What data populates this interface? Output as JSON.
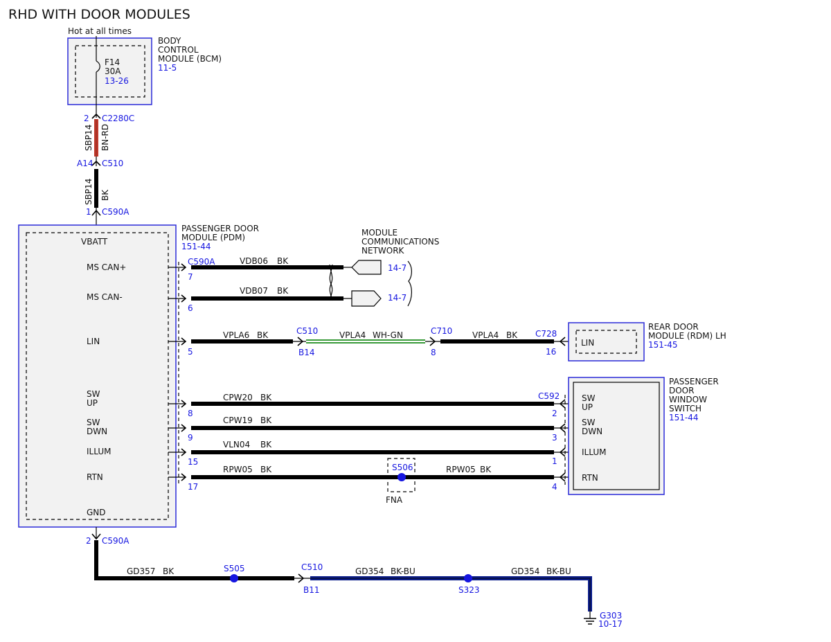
{
  "title": "RHD WITH DOOR MODULES",
  "power": {
    "hot_label": "Hot at all times",
    "fuse_name": "F14",
    "fuse_rating": "30A",
    "fuse_ref": "13-26",
    "bcm_lines": [
      "BODY",
      "CONTROL",
      "MODULE (BCM)"
    ],
    "bcm_ref": "11-5",
    "pin_top": "2",
    "conn_top": "C2280C",
    "wire1_circuit": "SBP14",
    "wire1_color": "BN-RD",
    "pin_mid": "A14",
    "conn_mid": "C510",
    "wire2_circuit": "SBP14",
    "wire2_color": "BK",
    "pin_bot": "1",
    "conn_bot": "C590A"
  },
  "pdm": {
    "name_lines": [
      "PASSENGER DOOR",
      "MODULE (PDM)"
    ],
    "ref": "151-44",
    "connector": "C590A",
    "labels": {
      "vbatt": "VBATT",
      "mscanp": "MS CAN+",
      "mscann": "MS CAN-",
      "lin": "LIN",
      "swup_1": "SW",
      "swup_2": "UP",
      "swdwn_1": "SW",
      "swdwn_2": "DWN",
      "illum": "ILLUM",
      "rtn": "RTN",
      "gnd": "GND"
    },
    "pins": {
      "mscanp": "7",
      "mscann": "6",
      "lin": "5",
      "swup": "8",
      "swdwn": "9",
      "illum": "15",
      "rtn": "17",
      "gnd": "2"
    },
    "gnd_connector": "C590A"
  },
  "network": {
    "name_lines": [
      "MODULE",
      "COMMUNICATIONS",
      "NETWORK"
    ],
    "ref_1": "14-7",
    "ref_2": "14-7"
  },
  "wires": {
    "vdb06": {
      "circuit": "VDB06",
      "color": "BK"
    },
    "vdb07": {
      "circuit": "VDB07",
      "color": "BK"
    },
    "vpla6": {
      "circuit": "VPLA6",
      "color": "BK"
    },
    "vpla4_a": {
      "circuit": "VPLA4",
      "color": "WH-GN"
    },
    "vpla4_b": {
      "circuit": "VPLA4",
      "color": "BK"
    },
    "cpw20": {
      "circuit": "CPW20",
      "color": "BK"
    },
    "cpw19": {
      "circuit": "CPW19",
      "color": "BK"
    },
    "vln04": {
      "circuit": "VLN04",
      "color": "BK"
    },
    "rpw05_a": {
      "circuit": "RPW05",
      "color": "BK"
    },
    "rpw05_b": {
      "circuit": "RPW05",
      "color": "BK"
    },
    "gd357": {
      "circuit": "GD357",
      "color": "BK"
    },
    "gd354_a": {
      "circuit": "GD354",
      "color": "BK-BU"
    },
    "gd354_b": {
      "circuit": "GD354",
      "color": "BK-BU"
    }
  },
  "lin_path": {
    "c510": "C510",
    "c510_pin": "B14",
    "c710": "C710",
    "c710_pin": "8",
    "c728": "C728",
    "c728_pin": "16"
  },
  "rdm": {
    "name_lines": [
      "REAR DOOR",
      "MODULE (RDM) LH"
    ],
    "ref": "151-45",
    "lin_label": "LIN"
  },
  "switch": {
    "name_lines": [
      "PASSENGER",
      "DOOR",
      "WINDOW",
      "SWITCH"
    ],
    "ref": "151-44",
    "connector": "C592",
    "pins": {
      "swup": "2",
      "swdwn": "3",
      "illum": "1",
      "rtn": "4"
    },
    "labels": {
      "swup_1": "SW",
      "swup_2": "UP",
      "swdwn_1": "SW",
      "swdwn_2": "DWN",
      "illum": "ILLUM",
      "rtn": "RTN"
    }
  },
  "splices": {
    "s506": "S506",
    "fna": "FNA",
    "s505": "S505",
    "s323": "S323"
  },
  "ground": {
    "c510": "C510",
    "c510_pin": "B11",
    "g303": "G303",
    "g303_ref": "10-17"
  },
  "colors": {
    "ref_blue": "#1515e0",
    "module_border": "#2a2ad8",
    "brown_red": "#c0392b",
    "white_green": "#3a9a3a",
    "black_blue": "#0b1d8a"
  }
}
